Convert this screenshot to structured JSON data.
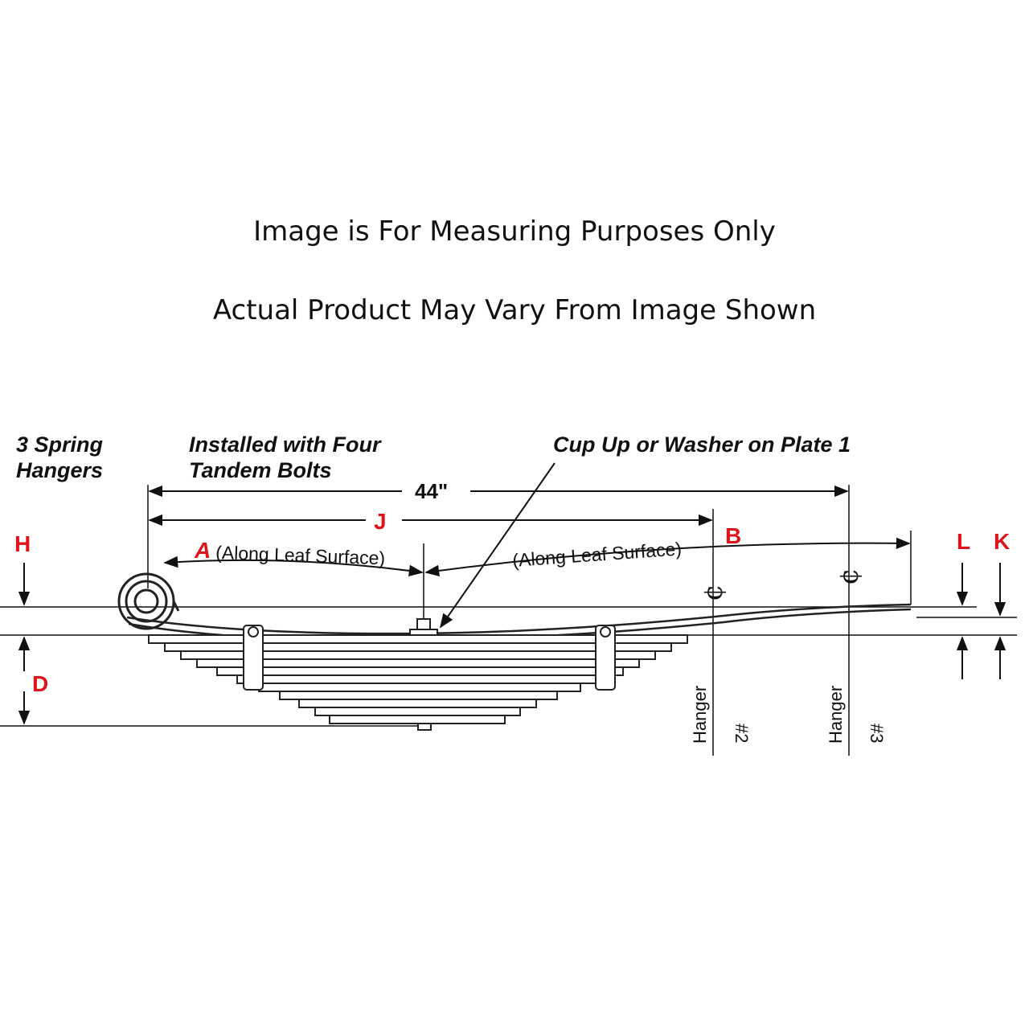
{
  "notice": {
    "line1": "Image is For Measuring Purposes Only",
    "line2": "Actual Product May Vary From Image Shown"
  },
  "diagram": {
    "hangers_label_1": "3 Spring",
    "hangers_label_2": "Hangers",
    "bolts_label_1": "Installed with Four",
    "bolts_label_2": "Tandem Bolts",
    "cup_label": "Cup Up or Washer on Plate 1",
    "overall_length": "44\"",
    "dim_j": "J",
    "dim_a": "A",
    "dim_b": "B",
    "dim_h": "H",
    "dim_d": "D",
    "dim_l": "L",
    "dim_k": "K",
    "along_leaf_a": "(Along Leaf Surface)",
    "along_leaf_b": "(Along Leaf Surface)",
    "hanger_word": "Hanger",
    "hanger_2_num": "#2",
    "hanger_3_num": "#3",
    "centerline_symbol": "¢"
  }
}
